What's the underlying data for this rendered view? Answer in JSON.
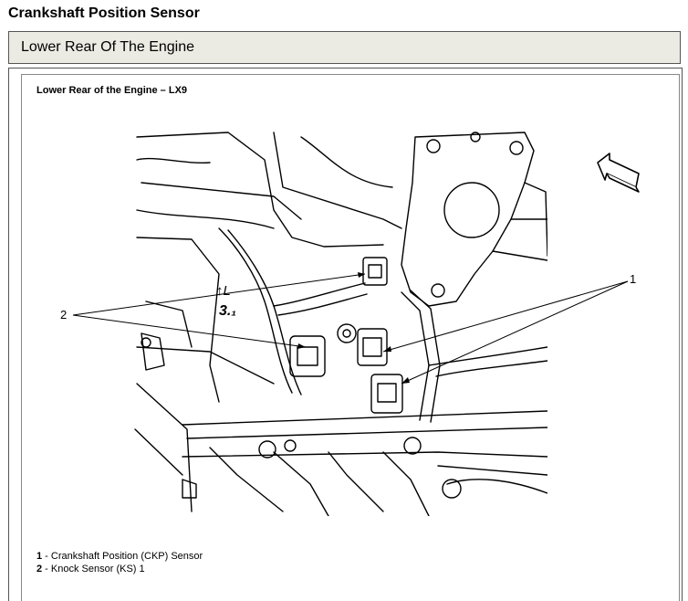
{
  "page": {
    "title": "Crankshaft Position Sensor",
    "section": "Lower Rear Of The Engine"
  },
  "figure": {
    "title": "Lower Rear of the Engine – LX9",
    "callout_1": "1",
    "callout_2": "2",
    "legend": [
      {
        "number": "1",
        "text": " - Crankshaft Position (CKP) Sensor"
      },
      {
        "number": "2",
        "text": " - Knock Sensor (KS) 1"
      }
    ],
    "engine_marking_1": "↑L",
    "engine_marking_2": "3.₁"
  }
}
